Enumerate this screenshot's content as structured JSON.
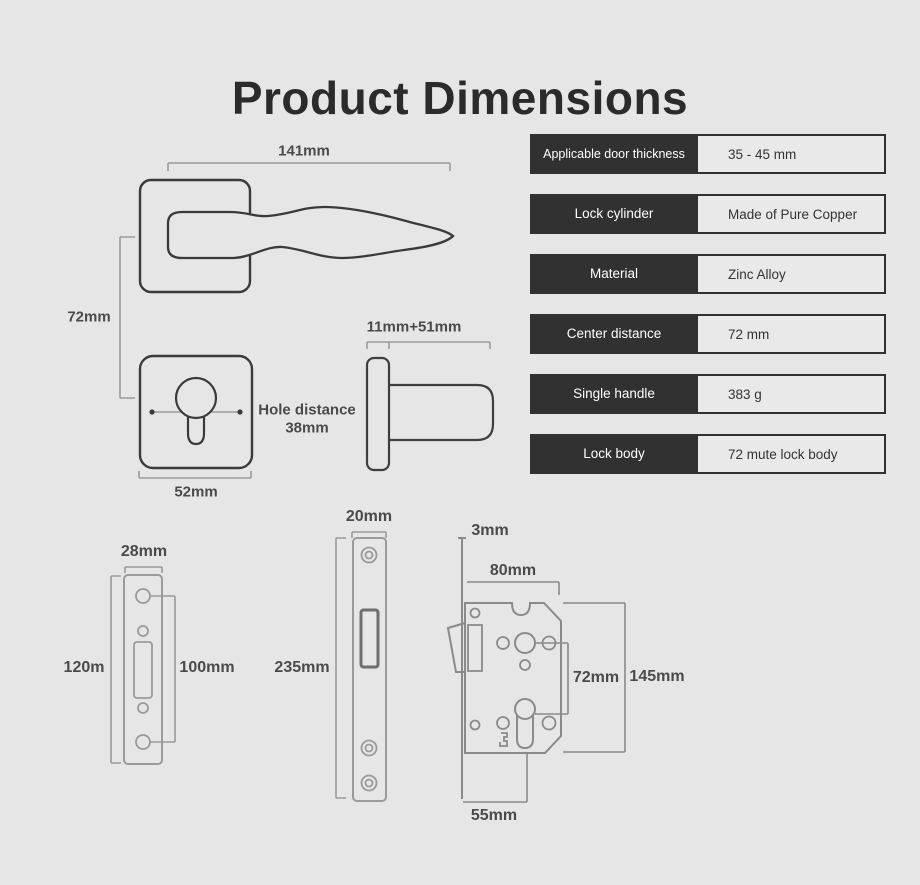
{
  "page": {
    "title": "Product Dimensions",
    "background": "#e5e6e5",
    "accent_dark": "#313131",
    "line_dark": "#3a3a3a",
    "line_light": "#9a9a9a"
  },
  "spec_table": {
    "rows": [
      {
        "label": "Applicable door thickness",
        "value": "35 - 45 mm"
      },
      {
        "label": "Lock cylinder",
        "value": "Made of Pure Copper"
      },
      {
        "label": "Material",
        "value": "Zinc Alloy"
      },
      {
        "label": "Center distance",
        "value": "72 mm"
      },
      {
        "label": "Single handle",
        "value": "383 g"
      },
      {
        "label": "Lock body",
        "value": "72 mute lock body"
      }
    ]
  },
  "diagrams": {
    "handle": {
      "width_label": "141mm",
      "height_label": "72mm"
    },
    "escutcheon": {
      "width_label": "52mm",
      "hole_distance_label": "Hole distance",
      "hole_distance_value": "38mm"
    },
    "latch": {
      "length_label": "11mm+51mm"
    },
    "strike_plate": {
      "width_label": "28mm",
      "height_label": "120m",
      "inner_label": "100mm"
    },
    "faceplate": {
      "width_label": "20mm",
      "height_label": "235mm"
    },
    "lock_body": {
      "thickness_label": "3mm",
      "depth_label": "80mm",
      "center_label": "72mm",
      "height_label": "145mm",
      "backset_label": "55mm"
    }
  }
}
